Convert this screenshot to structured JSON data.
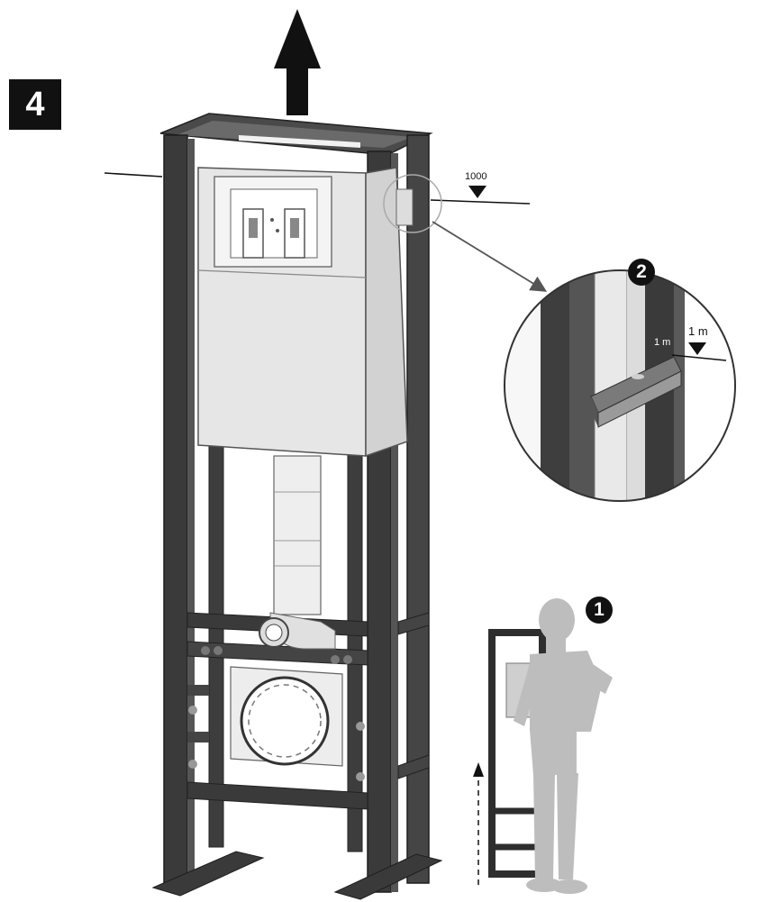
{
  "step": {
    "number": "4"
  },
  "height_mark": {
    "value": "1000"
  },
  "level": {
    "tick_label": "1 m",
    "side_label": "1 m"
  },
  "callouts": {
    "first": "1",
    "second": "2"
  },
  "colors": {
    "frame": "#3a3a3a",
    "cistern": "#e6e6e6",
    "figure": "#bdbdbd",
    "ink": "#111111"
  },
  "icons": {
    "lift_arrow": "up-arrow-icon",
    "raise_arrow": "dashed-up-arrow-icon",
    "marker": "triangle-down-icon"
  }
}
